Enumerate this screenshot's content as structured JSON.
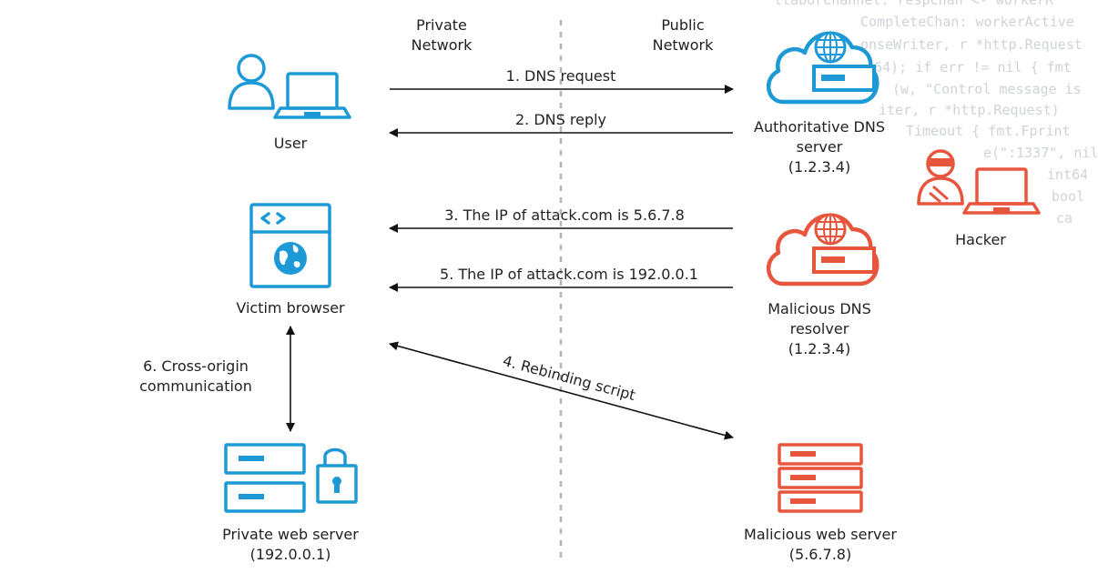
{
  "header": {
    "private_line1": "Private",
    "private_line2": "Network",
    "public_line1": "Public",
    "public_line2": "Network"
  },
  "nodes": {
    "user": {
      "label": "User"
    },
    "victim_browser": {
      "label": "Victim browser"
    },
    "private_server": {
      "line1": "Private web server",
      "line2": "(192.0.0.1)"
    },
    "auth_dns": {
      "line1": "Authoritative DNS",
      "line2": "server",
      "line3": "(1.2.3.4)"
    },
    "malicious_dns": {
      "line1": "Malicious DNS",
      "line2": "resolver",
      "line3": "(1.2.3.4)"
    },
    "hacker": {
      "label": "Hacker"
    },
    "malicious_server": {
      "line1": "Malicious web server",
      "line2": "(5.6.7.8)"
    }
  },
  "arrows": {
    "a1": "1. DNS request",
    "a2": "2. DNS reply",
    "a3": "3. The IP of attack.com is 5.6.7.8",
    "a4": "4. Rebinding script",
    "a5": "5. The IP of attack.com is 192.0.0.1",
    "a6_line1": "6. Cross-origin",
    "a6_line2": "communication"
  },
  "background_code": [
    "ltaborChannel: respChan <- workerR",
    "CompleteChan: workerActive",
    "onseWriter, r *http.Request",
    "64); if err != nil { fmt",
    "(w, \"Control message is",
    "iter, r *http.Request)",
    "Timeout { fmt.Fprint",
    "e(\":1337\", nil",
    "int64",
    "bool",
    "ca"
  ],
  "colors": {
    "blue": "#1d9ad6",
    "red": "#e8553d",
    "line": "#111111",
    "divider": "#b5b5b5"
  }
}
